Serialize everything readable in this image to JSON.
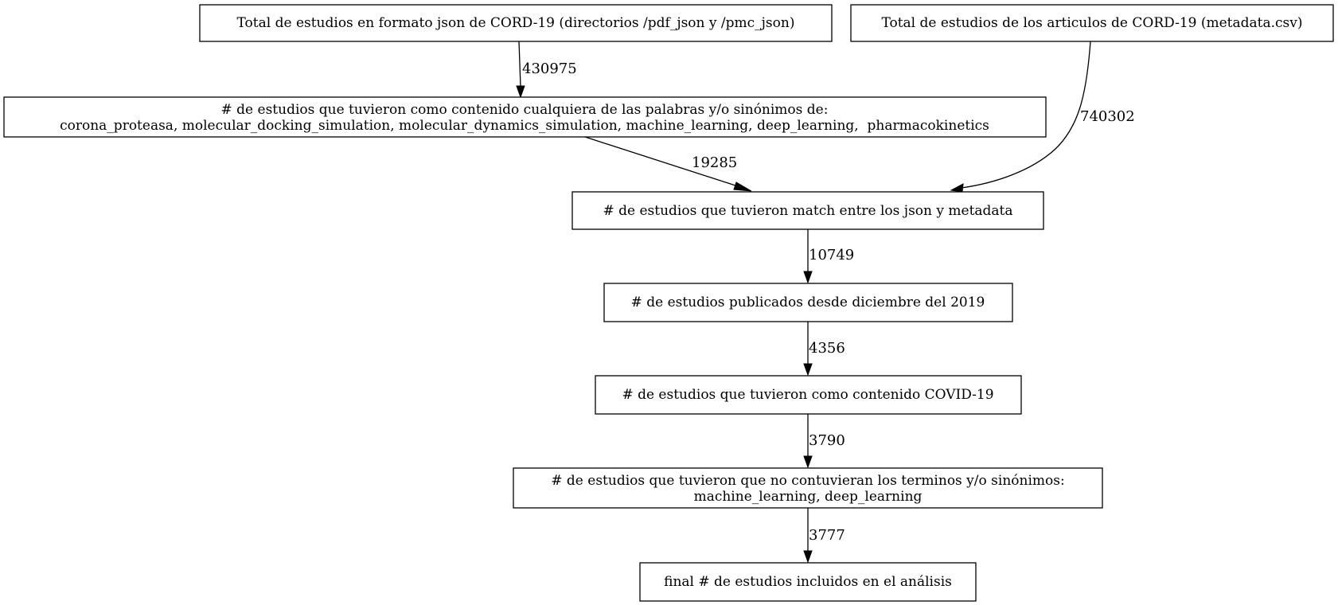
{
  "nodes": {
    "json_total": {
      "lines": [
        "Total de estudios en formato json de CORD-19 (directorios /pdf_json y /pmc_json)"
      ]
    },
    "metadata_total": {
      "lines": [
        "Total de estudios de los articulos de CORD-19 (metadata.csv)"
      ]
    },
    "keywords": {
      "lines": [
        "# de estudios que tuvieron como contenido cualquiera de las palabras y/o sinónimos de:",
        "corona_proteasa, molecular_docking_simulation, molecular_dynamics_simulation, machine_learning, deep_learning,  pharmacokinetics"
      ]
    },
    "match": {
      "lines": [
        "# de estudios que tuvieron match entre los json y metadata"
      ]
    },
    "published": {
      "lines": [
        "# de estudios publicados desde diciembre del 2019"
      ]
    },
    "covid": {
      "lines": [
        "# de estudios que tuvieron como contenido COVID-19"
      ]
    },
    "exclusion": {
      "lines": [
        "# de estudios que tuvieron que no contuvieran los terminos y/o sinónimos:",
        "machine_learning, deep_learning"
      ]
    },
    "final": {
      "lines": [
        "final # de estudios incluidos en el análisis"
      ]
    }
  },
  "edges": [
    {
      "from": "json_total",
      "to": "keywords",
      "label": "430975"
    },
    {
      "from": "metadata_total",
      "to": "match",
      "label": "740302"
    },
    {
      "from": "keywords",
      "to": "match",
      "label": "19285"
    },
    {
      "from": "match",
      "to": "published",
      "label": "10749"
    },
    {
      "from": "published",
      "to": "covid",
      "label": "4356"
    },
    {
      "from": "covid",
      "to": "exclusion",
      "label": "3790"
    },
    {
      "from": "exclusion",
      "to": "final",
      "label": "3777"
    }
  ]
}
